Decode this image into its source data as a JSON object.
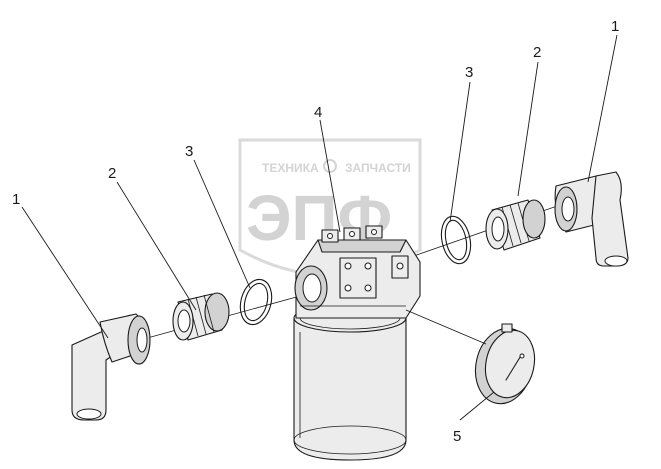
{
  "watermark": {
    "brand_line": "ТЕХНИКА",
    "brand_line2": "ЗАПЧАСТИ",
    "logo_letters": "ЭПФ",
    "color": "#d0d0d0"
  },
  "callouts": {
    "left_elbow": "1",
    "left_adapter": "2",
    "left_ring": "3",
    "head": "4",
    "right_ring": "3",
    "right_adapter": "2",
    "right_elbow": "1",
    "gauge": "5"
  },
  "colors": {
    "line": "#1a1a1a",
    "fill_light": "#ececec",
    "fill_dark": "#d2d2d2"
  }
}
